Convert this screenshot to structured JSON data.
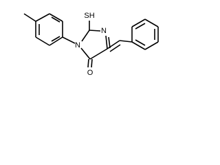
{
  "molecule": {
    "atoms": {
      "sulfur": "SH",
      "oxygen": "O",
      "ring_nitrogen_top": "N",
      "ring_nitrogen_left": "N"
    }
  }
}
